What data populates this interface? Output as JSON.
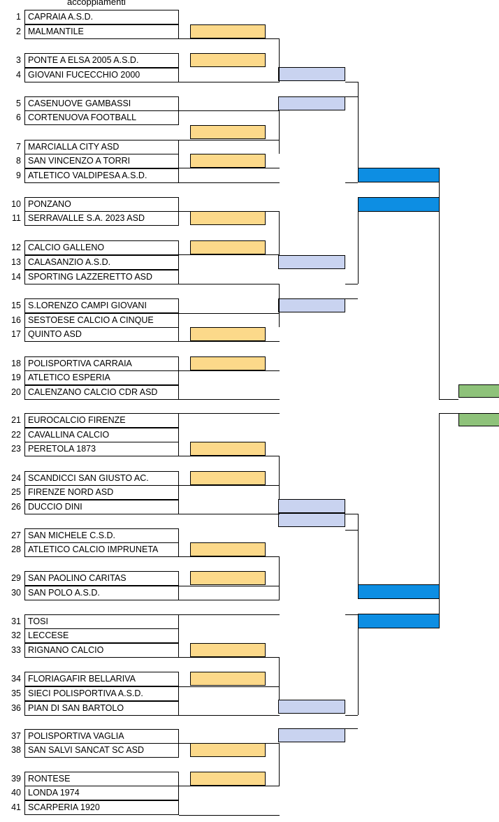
{
  "header": {
    "title": "accoppiamenti"
  },
  "colors": {
    "round1": "#fcd98a",
    "round2": "#c9d3f0",
    "round3": "#0d8ee3",
    "final": "#8ec27a",
    "line": "#000000"
  },
  "teams": [
    {
      "num": "1",
      "name": "CAPRAIA A.S.D."
    },
    {
      "num": "2",
      "name": "MALMANTILE"
    },
    {
      "num": "3",
      "name": "PONTE A ELSA 2005 A.S.D."
    },
    {
      "num": "4",
      "name": "GIOVANI FUCECCHIO 2000"
    },
    {
      "num": "5",
      "name": "CASENUOVE GAMBASSI"
    },
    {
      "num": "6",
      "name": "CORTENUOVA FOOTBALL"
    },
    {
      "num": "7",
      "name": "MARCIALLA CITY ASD"
    },
    {
      "num": "8",
      "name": "SAN VINCENZO A TORRI"
    },
    {
      "num": "9",
      "name": "ATLETICO VALDIPESA A.S.D."
    },
    {
      "num": "10",
      "name": "PONZANO"
    },
    {
      "num": "11",
      "name": "SERRAVALLE S.A. 2023 ASD"
    },
    {
      "num": "12",
      "name": "CALCIO GALLENO"
    },
    {
      "num": "13",
      "name": "CALASANZIO A.S.D."
    },
    {
      "num": "14",
      "name": "SPORTING LAZZERETTO ASD"
    },
    {
      "num": "15",
      "name": "S.LORENZO CAMPI GIOVANI"
    },
    {
      "num": "16",
      "name": "SESTOESE CALCIO A CINQUE"
    },
    {
      "num": "17",
      "name": "QUINTO ASD"
    },
    {
      "num": "18",
      "name": "POLISPORTIVA CARRAIA"
    },
    {
      "num": "19",
      "name": "ATLETICO ESPERIA"
    },
    {
      "num": "20",
      "name": "CALENZANO CALCIO CDR ASD"
    },
    {
      "num": "21",
      "name": "EUROCALCIO FIRENZE"
    },
    {
      "num": "22",
      "name": "CAVALLINA CALCIO"
    },
    {
      "num": "23",
      "name": "PERETOLA 1873"
    },
    {
      "num": "24",
      "name": "SCANDICCI SAN GIUSTO AC."
    },
    {
      "num": "25",
      "name": "FIRENZE NORD ASD"
    },
    {
      "num": "26",
      "name": "DUCCIO DINI"
    },
    {
      "num": "27",
      "name": "SAN MICHELE C.S.D."
    },
    {
      "num": "28",
      "name": "ATLETICO CALCIO IMPRUNETA"
    },
    {
      "num": "29",
      "name": "SAN PAOLINO CARITAS"
    },
    {
      "num": "30",
      "name": "SAN POLO A.S.D."
    },
    {
      "num": "31",
      "name": "TOSI"
    },
    {
      "num": "32",
      "name": "LECCESE"
    },
    {
      "num": "33",
      "name": "RIGNANO CALCIO"
    },
    {
      "num": "34",
      "name": "FLORIAGAFIR BELLARIVA"
    },
    {
      "num": "35",
      "name": "SIECI POLISPORTIVA A.S.D."
    },
    {
      "num": "36",
      "name": "PIAN DI SAN BARTOLO"
    },
    {
      "num": "37",
      "name": "POLISPORTIVA VAGLIA"
    },
    {
      "num": "38",
      "name": "SAN SALVI SANCAT SC ASD"
    },
    {
      "num": "39",
      "name": "RONTESE"
    },
    {
      "num": "40",
      "name": "LONDA 1974"
    },
    {
      "num": "41",
      "name": "SCARPERIA 1920"
    }
  ]
}
